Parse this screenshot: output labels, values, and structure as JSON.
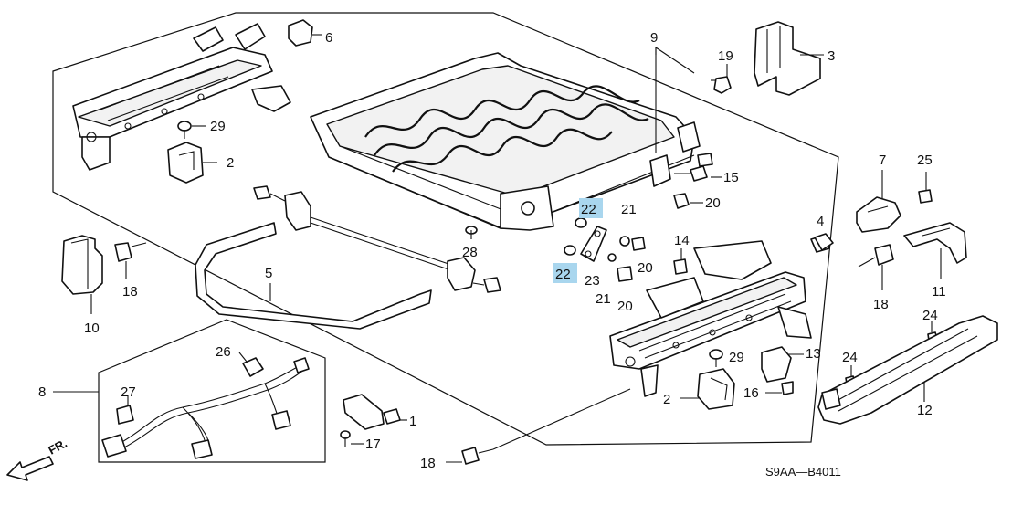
{
  "diagram_code": "S9AA—B4011",
  "direction_label": "FR.",
  "highlight_color": "#a9d6ee",
  "callouts": {
    "c1": "1",
    "c2a": "2",
    "c2b": "2",
    "c3": "3",
    "c4": "4",
    "c5": "5",
    "c6": "6",
    "c7": "7",
    "c8": "8",
    "c9": "9",
    "c10": "10",
    "c11": "11",
    "c12": "12",
    "c13": "13",
    "c14": "14",
    "c15": "15",
    "c16": "16",
    "c17": "17",
    "c18a": "18",
    "c18b": "18",
    "c18c": "18",
    "c19": "19",
    "c20a": "20",
    "c20b": "20",
    "c20c": "20",
    "c21a": "21",
    "c21b": "21",
    "c22a": "22",
    "c22b": "22",
    "c23": "23",
    "c24a": "24",
    "c24b": "24",
    "c25": "25",
    "c26": "26",
    "c27": "27",
    "c28": "28",
    "c29a": "29",
    "c29b": "29"
  }
}
